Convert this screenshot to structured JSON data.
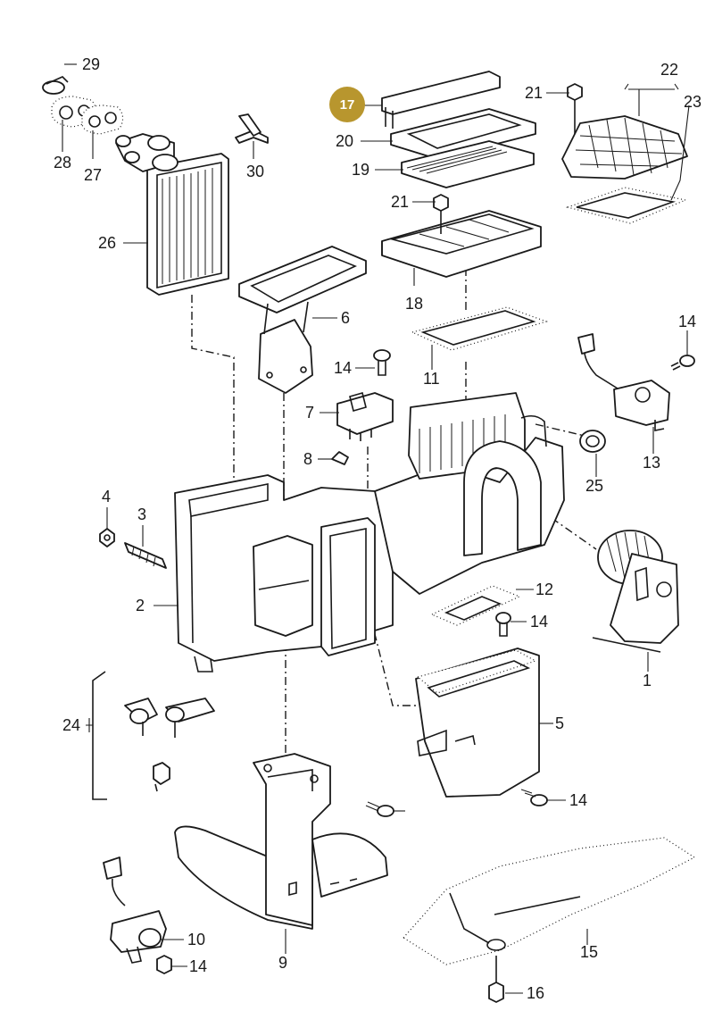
{
  "highlight": {
    "label": "17",
    "color": "#B8962E"
  },
  "callouts": {
    "p1": "1",
    "p2": "2",
    "p3": "3",
    "p4": "4",
    "p5": "5",
    "p6": "6",
    "p7": "7",
    "p8": "8",
    "p9": "9",
    "p10": "10",
    "p11": "11",
    "p12": "12",
    "p13": "13",
    "p14a": "14",
    "p14b": "14",
    "p14c": "14",
    "p14d": "14",
    "p14e": "14",
    "p15": "15",
    "p16": "16",
    "p18": "18",
    "p19": "19",
    "p20": "20",
    "p21a": "21",
    "p21b": "21",
    "p22": "22",
    "p23": "23",
    "p24": "24",
    "p25": "25",
    "p26": "26",
    "p27": "27",
    "p28": "28",
    "p29": "29",
    "p30": "30"
  }
}
